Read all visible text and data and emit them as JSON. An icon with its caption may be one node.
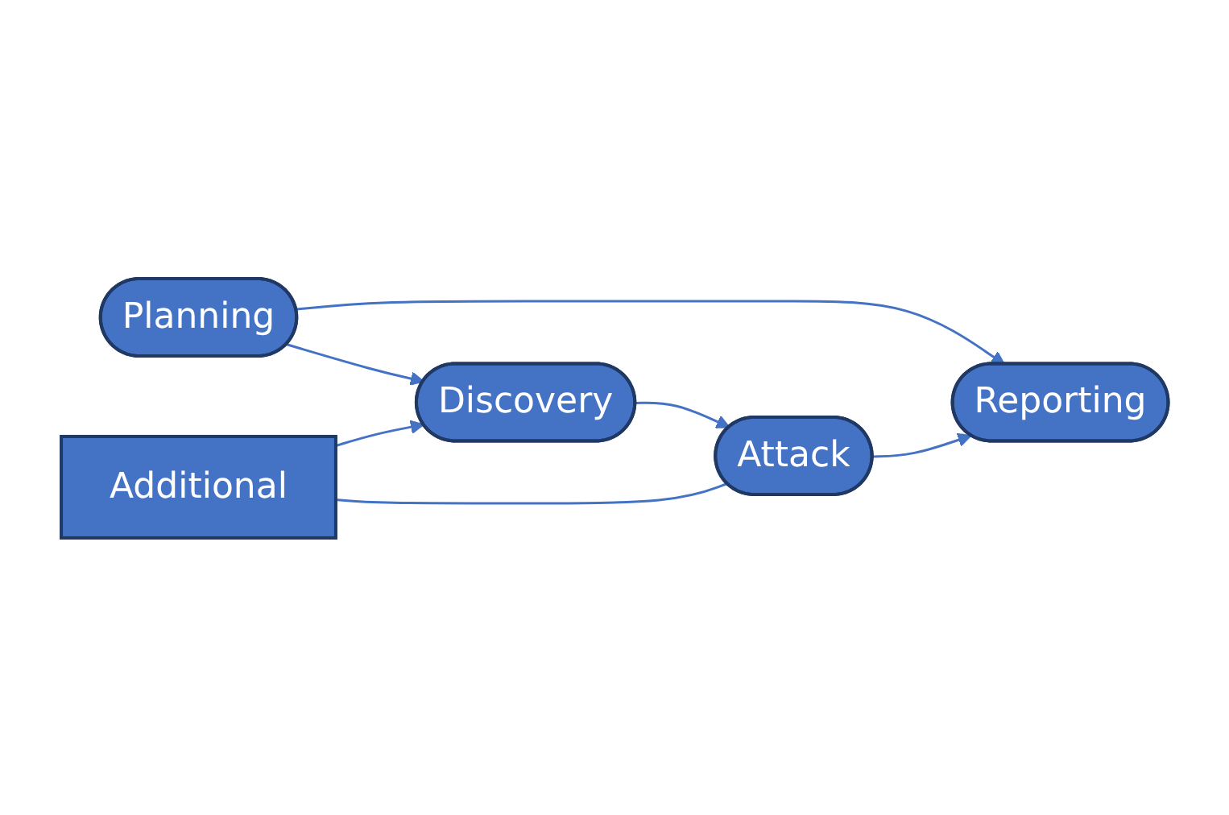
{
  "diagram": {
    "nodes": [
      {
        "text": [
          "Additional"
        ]
      },
      {
        "text": [
          "Planning"
        ]
      },
      {
        "text": [
          "Discovery"
        ]
      },
      {
        "text": [
          "Attack"
        ]
      },
      {
        "text": [
          "Reporting"
        ]
      }
    ],
    "edges": [
      {
        "from": 1,
        "to": 2,
        "arrow": "to"
      },
      {
        "from": 2,
        "to": 3,
        "arrow": "to"
      },
      {
        "from": 3,
        "to": 0,
        "arrow": "none"
      },
      {
        "from": 0,
        "to": 2,
        "arrow": "to"
      },
      {
        "from": 1,
        "to": 4,
        "arrow": "to"
      },
      {
        "from": 3,
        "to": 4,
        "arrow": "to"
      }
    ]
  }
}
